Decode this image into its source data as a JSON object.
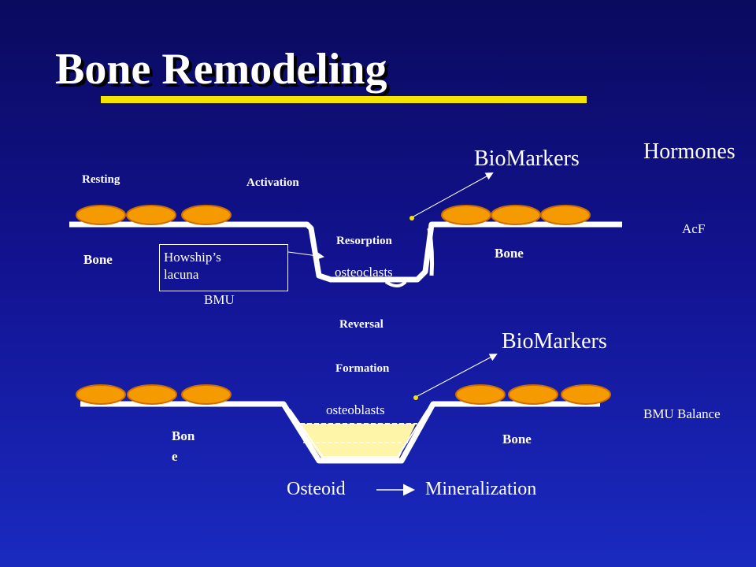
{
  "slide": {
    "title": "Bone Remodeling",
    "colors": {
      "underline": "#f5e400",
      "cell_fill": "#f59a00",
      "cell_stroke": "#cc6d00",
      "surface": "#ffffff",
      "osteoid": "#fff5a8",
      "background_top": "#0a0a5e",
      "background_bottom": "#1a2ac0"
    }
  },
  "labels": {
    "resting": "Resting",
    "activation": "Activation",
    "resorption": "Resorption",
    "osteoclasts": "osteoclasts",
    "bone_top_left": "Bone",
    "bone_top_right": "Bone",
    "howship": "Howship’s lacuna",
    "bmu": "BMU",
    "reversal": "Reversal",
    "formation": "Formation",
    "osteoblasts": "osteoblasts",
    "bone_bottom_left": "Bon e",
    "bone_bottom_right": "Bone",
    "biomarkers_top": "BioMarkers",
    "biomarkers_bottom": "BioMarkers",
    "hormones": "Hormones",
    "acf": "AcF",
    "bmu_balance": "BMU Balance",
    "osteoid": "Osteoid",
    "mineralization": "Mineralization"
  }
}
